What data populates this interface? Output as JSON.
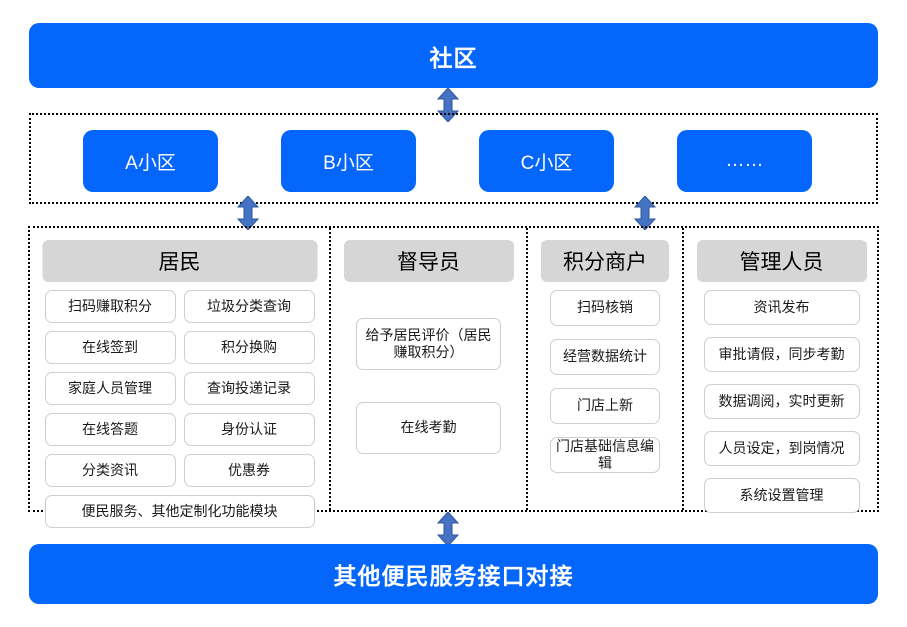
{
  "diagram": {
    "top_banner": {
      "label": "社区"
    },
    "bottom_banner": {
      "label": "其他便民服务接口对接"
    },
    "estates": {
      "items": [
        {
          "label": "A小区"
        },
        {
          "label": "B小区"
        },
        {
          "label": "C小区"
        },
        {
          "label": "……"
        }
      ]
    },
    "roles": [
      {
        "title": "居民",
        "items": [
          {
            "label": "扫码赚取积分"
          },
          {
            "label": "垃圾分类查询"
          },
          {
            "label": "在线签到"
          },
          {
            "label": "积分换购"
          },
          {
            "label": "家庭人员管理"
          },
          {
            "label": "查询投递记录"
          },
          {
            "label": "在线答题"
          },
          {
            "label": "身份认证"
          },
          {
            "label": "分类资讯"
          },
          {
            "label": "优惠券"
          },
          {
            "label": "便民服务、其他定制化功能模块",
            "wide": true
          }
        ]
      },
      {
        "title": "督导员",
        "items": [
          {
            "label": "给予居民评价（居民赚取积分）"
          },
          {
            "label": "在线考勤"
          }
        ]
      },
      {
        "title": "积分商户",
        "items": [
          {
            "label": "扫码核销"
          },
          {
            "label": "经营数据统计"
          },
          {
            "label": "门店上新"
          },
          {
            "label": "门店基础信息编辑"
          }
        ]
      },
      {
        "title": "管理人员",
        "items": [
          {
            "label": "资讯发布"
          },
          {
            "label": "审批请假，同步考勤"
          },
          {
            "label": "数据调阅，实时更新"
          },
          {
            "label": "人员设定，到岗情况"
          },
          {
            "label": "系统设置管理"
          }
        ]
      }
    ],
    "connectors": [
      {
        "name": "community-to-estates"
      },
      {
        "name": "estates-to-residents"
      },
      {
        "name": "estates-to-merchants"
      },
      {
        "name": "roles-to-services"
      }
    ],
    "colors": {
      "banner_blue": "#0566FB",
      "header_gray": "#D6D6D6",
      "arrow_blue": "#4472C4",
      "item_border": "#CFCFCF",
      "dotted_border": "#000000"
    }
  }
}
